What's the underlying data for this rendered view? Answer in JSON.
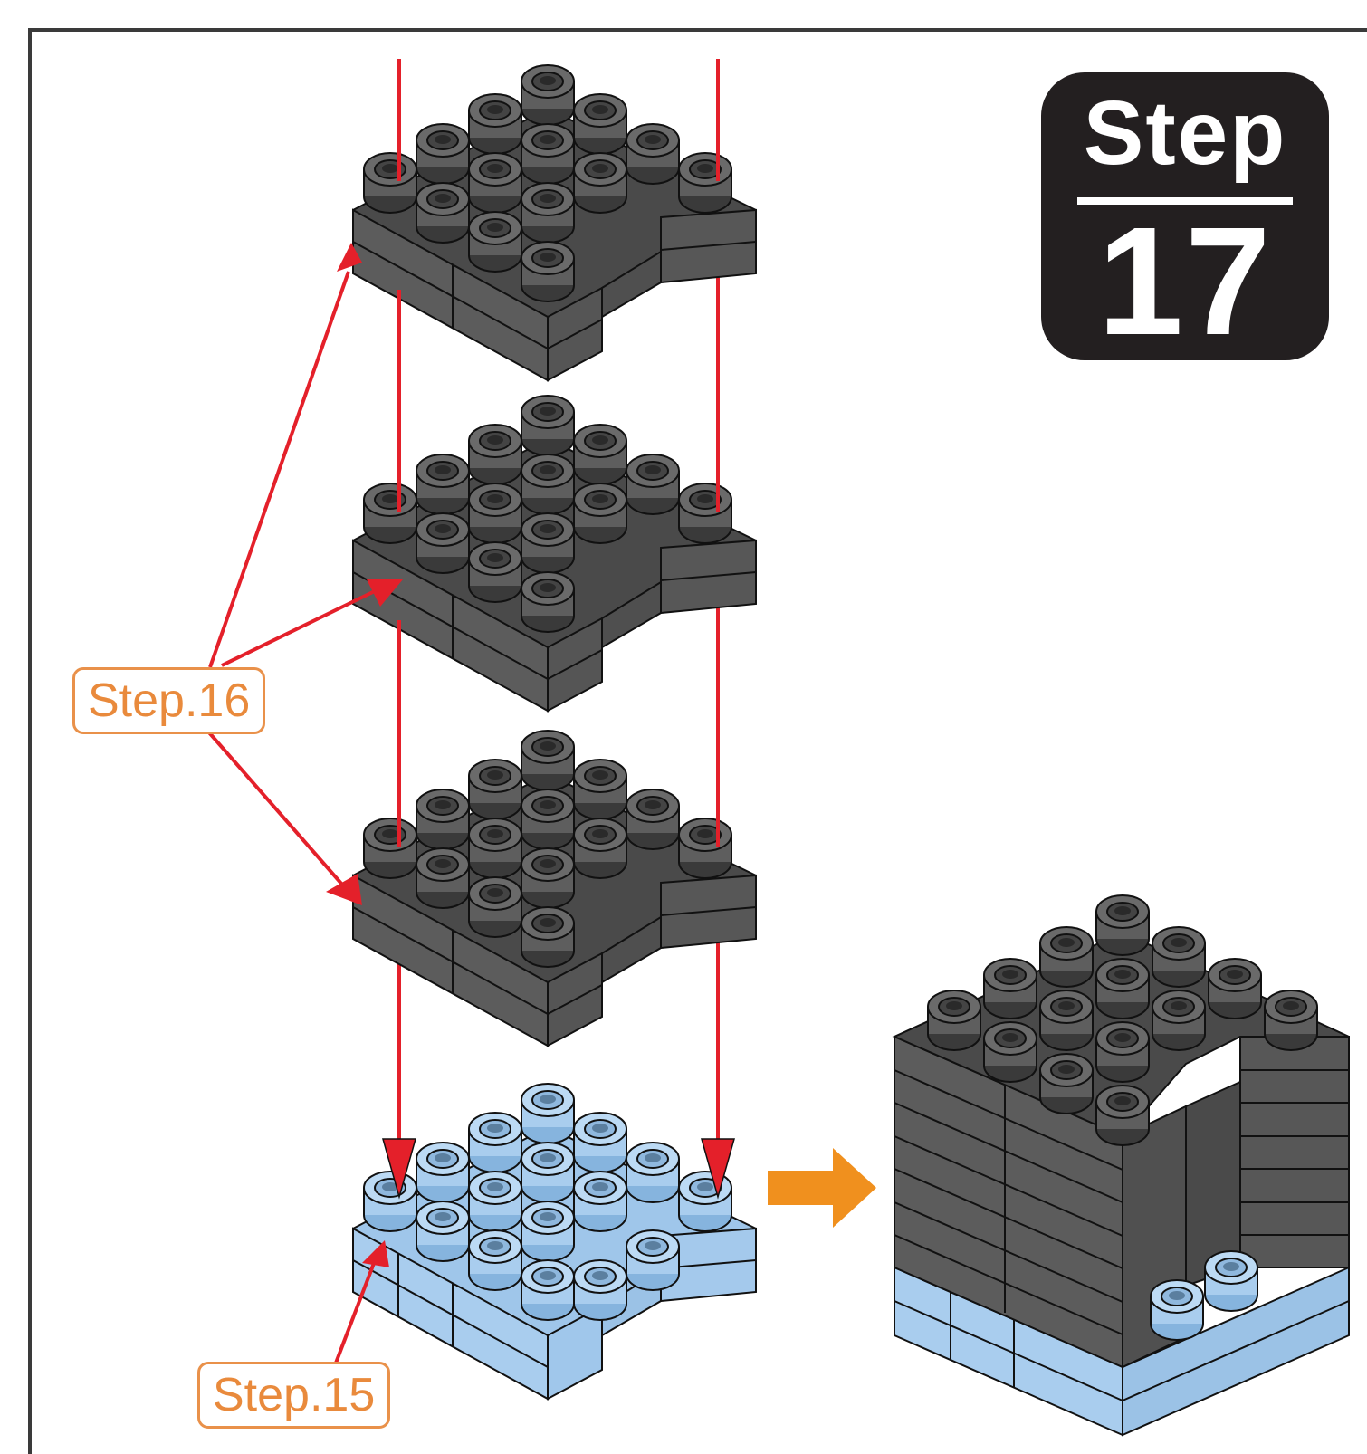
{
  "badge": {
    "word": "Step",
    "number": "17"
  },
  "callouts": {
    "step16": "Step.16",
    "step15": "Step.15"
  },
  "colors": {
    "dark_brick": "#5a5a5a",
    "light_brick": "#a9cdee",
    "arrow_red": "#e4202a",
    "arrow_orange": "#f0901e",
    "callout_orange": "#e98a3c",
    "badge_bg": "#231f20"
  }
}
